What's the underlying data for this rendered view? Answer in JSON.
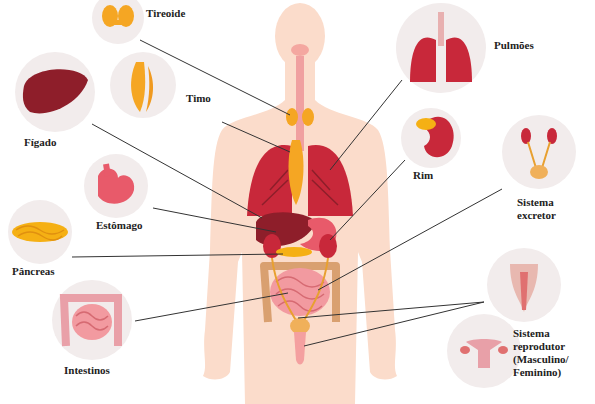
{
  "diagram": {
    "labels": [
      "Tireoide",
      "Pulmões",
      "Timo",
      "Fígado",
      "Rim",
      "Estômago",
      "Sistema excretor",
      "Pâncreas",
      "Sistema reprodutor (Masculino/ Feminino)",
      "Intestinos"
    ]
  }
}
